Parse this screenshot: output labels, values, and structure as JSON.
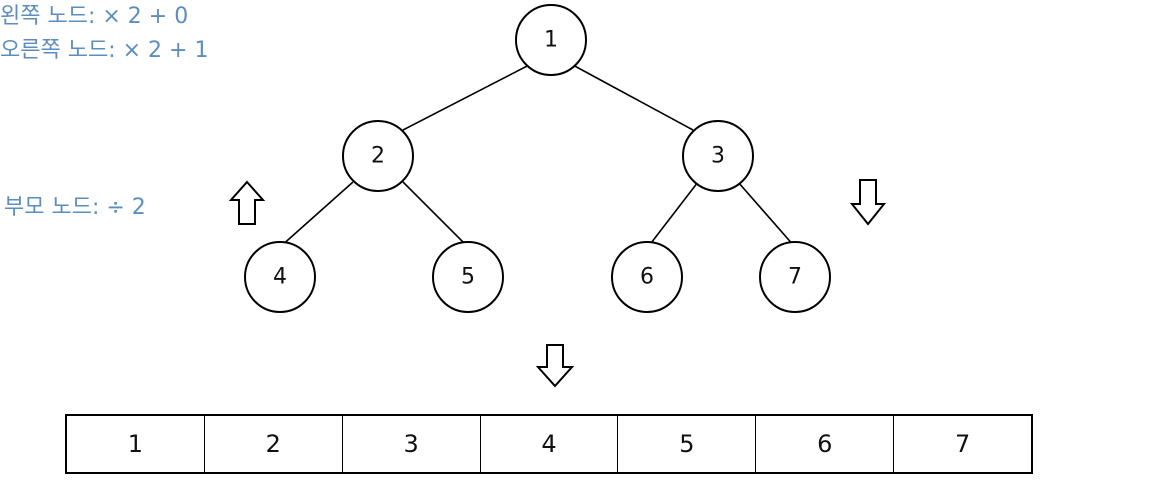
{
  "tree": {
    "nodes": [
      "1",
      "2",
      "3",
      "4",
      "5",
      "6",
      "7"
    ]
  },
  "notes": {
    "parent_rule": "부모 노드: ÷ 2",
    "left_child_rule": "왼쪽 노드:  × 2 + 0",
    "right_child_rule": "오른쪽 노드: × 2 + 1"
  },
  "array": {
    "cells": [
      "1",
      "2",
      "3",
      "4",
      "5",
      "6",
      "7"
    ]
  },
  "colors": {
    "note_text": "#5b8ebf",
    "stroke": "#000000"
  },
  "icons": [
    "up-arrow-icon",
    "down-arrow-icon"
  ]
}
